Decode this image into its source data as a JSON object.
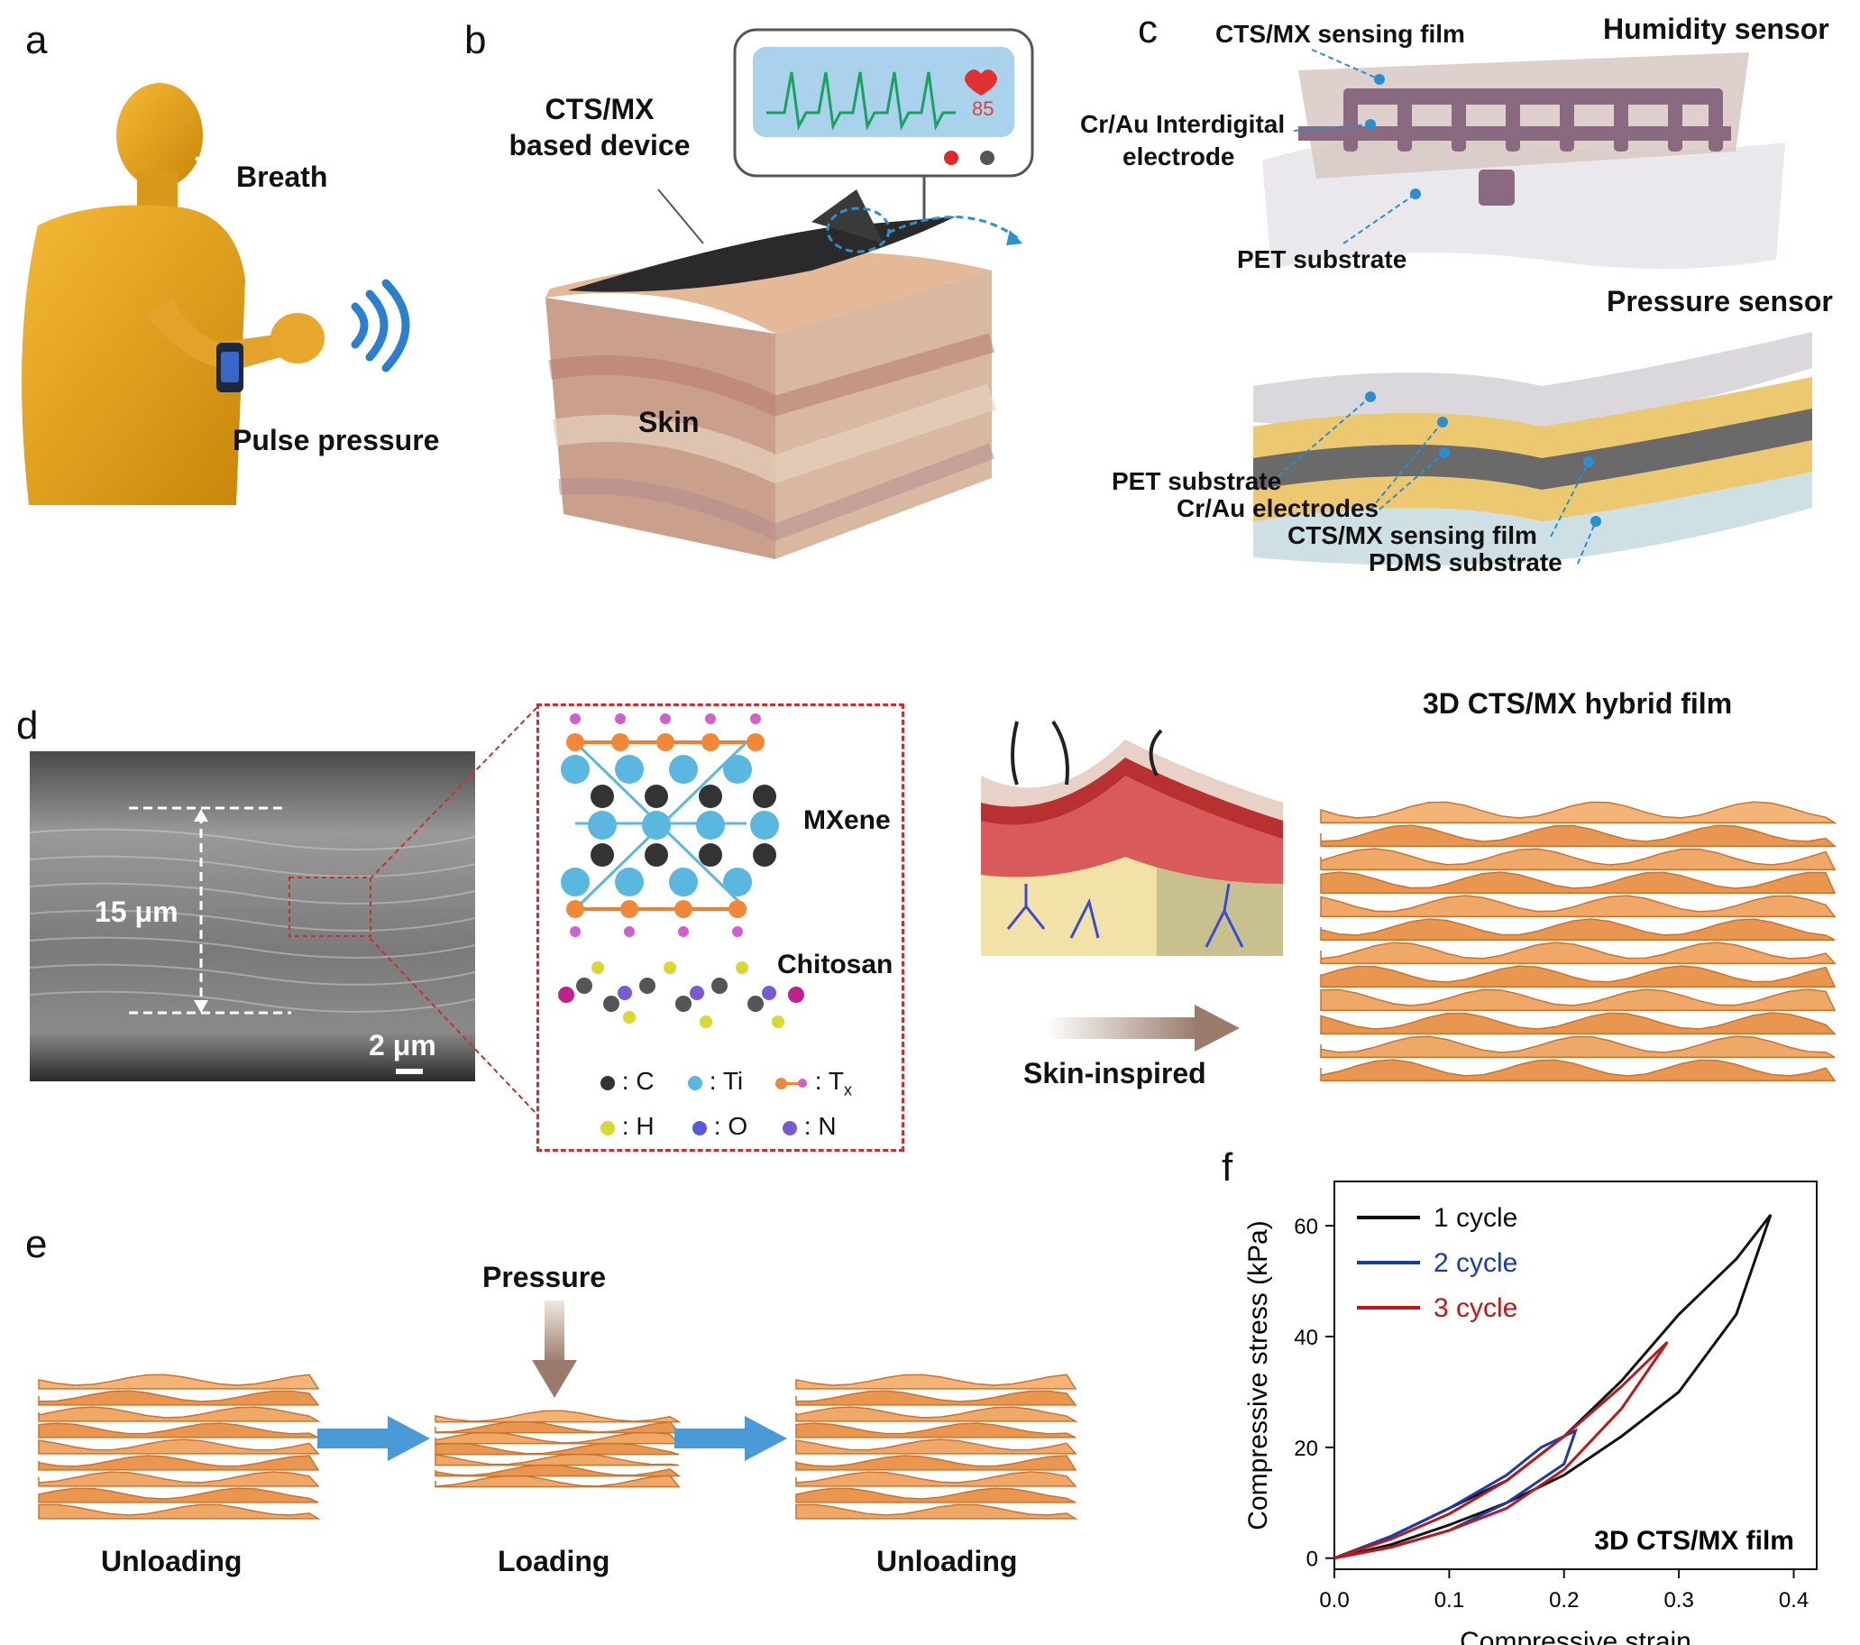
{
  "panels": {
    "a": {
      "letter": "a",
      "breath": "Breath",
      "pulse": "Pulse pressure"
    },
    "b": {
      "letter": "b",
      "device_line1": "CTS/MX",
      "device_line2": "based device",
      "skin": "Skin",
      "monitor_value": "85"
    },
    "c": {
      "letter": "c",
      "humidity_title": "Humidity sensor",
      "h_sensing_film": "CTS/MX sensing film",
      "h_electrode_line1": "Cr/Au Interdigital",
      "h_electrode_line2": "electrode",
      "h_pet": "PET substrate",
      "pressure_title": "Pressure sensor",
      "p_pet": "PET substrate",
      "p_electrodes": "Cr/Au electrodes",
      "p_sensing_film": "CTS/MX sensing film",
      "p_pdms": "PDMS substrate"
    },
    "d": {
      "letter": "d",
      "thickness": "15 μm",
      "scale": "2 μm",
      "mxene": "MXene",
      "chitosan": "Chitosan",
      "legend": {
        "c": ": C",
        "ti": ": Ti",
        "tx": ": T",
        "tx_sub": "x",
        "h": ": H",
        "o": ": O",
        "n": ": N"
      },
      "skin_inspired": "Skin-inspired",
      "hybrid_title": "3D CTS/MX hybrid film"
    },
    "e": {
      "letter": "e",
      "pressure": "Pressure",
      "unloading1": "Unloading",
      "loading": "Loading",
      "unloading2": "Unloading"
    },
    "f": {
      "letter": "f",
      "annotation": "3D CTS/MX film"
    }
  },
  "colors": {
    "film_orange": "#f0a868",
    "film_orange_dark": "#d9803d",
    "skin_pink": "#c98e80",
    "arrow_blue": "#4a9ad8",
    "leader_blue": "#2a8fd0",
    "series1": "#111111",
    "series2": "#1a3bb0",
    "series3": "#c01818"
  },
  "chart_data": {
    "type": "line",
    "title": "",
    "xlabel": "Compressive strain",
    "ylabel": "Compressive stress (kPa)",
    "xlim": [
      0.0,
      0.42
    ],
    "ylim": [
      -2,
      68
    ],
    "xticks": [
      "0.0",
      "0.1",
      "0.2",
      "0.3",
      "0.4"
    ],
    "yticks": [
      "0",
      "20",
      "40",
      "60"
    ],
    "legend_position": "top-left",
    "series": [
      {
        "name": "1 cycle",
        "color": "#111111",
        "loading": [
          [
            0.0,
            0
          ],
          [
            0.05,
            2.5
          ],
          [
            0.1,
            6
          ],
          [
            0.15,
            10
          ],
          [
            0.2,
            15
          ],
          [
            0.25,
            22
          ],
          [
            0.3,
            30
          ],
          [
            0.35,
            44
          ],
          [
            0.38,
            62
          ]
        ],
        "unloading": [
          [
            0.38,
            62
          ],
          [
            0.35,
            54
          ],
          [
            0.3,
            44
          ],
          [
            0.25,
            32
          ],
          [
            0.2,
            22
          ],
          [
            0.15,
            14
          ],
          [
            0.1,
            9
          ],
          [
            0.05,
            4
          ],
          [
            0.0,
            0
          ]
        ]
      },
      {
        "name": "2 cycle",
        "color": "#1a3bb0",
        "loading": [
          [
            0.0,
            0
          ],
          [
            0.05,
            2
          ],
          [
            0.1,
            5
          ],
          [
            0.15,
            10
          ],
          [
            0.2,
            17
          ],
          [
            0.21,
            23
          ]
        ],
        "unloading": [
          [
            0.21,
            23
          ],
          [
            0.18,
            20
          ],
          [
            0.15,
            15
          ],
          [
            0.1,
            9
          ],
          [
            0.05,
            4
          ],
          [
            0.0,
            0
          ]
        ]
      },
      {
        "name": "3 cycle",
        "color": "#c01818",
        "loading": [
          [
            0.0,
            0
          ],
          [
            0.05,
            2
          ],
          [
            0.1,
            5
          ],
          [
            0.15,
            9
          ],
          [
            0.2,
            16
          ],
          [
            0.25,
            27
          ],
          [
            0.29,
            39
          ]
        ],
        "unloading": [
          [
            0.29,
            39
          ],
          [
            0.25,
            31
          ],
          [
            0.2,
            22
          ],
          [
            0.15,
            14
          ],
          [
            0.1,
            8
          ],
          [
            0.05,
            3.5
          ],
          [
            0.0,
            0
          ]
        ]
      }
    ]
  }
}
